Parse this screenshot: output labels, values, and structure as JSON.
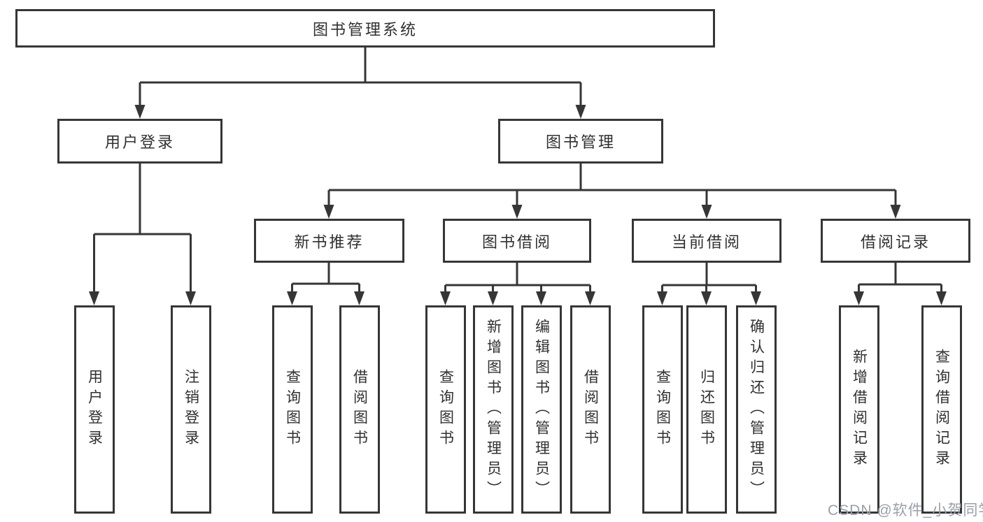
{
  "diagram": {
    "root": {
      "label": "图书管理系统"
    },
    "branches": [
      {
        "label": "用户登录",
        "children": [
          {
            "label": "用户登录"
          },
          {
            "label": "注销登录"
          }
        ]
      },
      {
        "label": "图书管理",
        "children": [
          {
            "label": "新书推荐",
            "children": [
              {
                "label": "查询图书"
              },
              {
                "label": "借阅图书"
              }
            ]
          },
          {
            "label": "图书借阅",
            "children": [
              {
                "label": "查询图书"
              },
              {
                "label": "新增图书（管理员）"
              },
              {
                "label": "编辑图书（管理员）"
              },
              {
                "label": "借阅图书"
              }
            ]
          },
          {
            "label": "当前借阅",
            "children": [
              {
                "label": "查询图书"
              },
              {
                "label": "归还图书"
              },
              {
                "label": "确认归还（管理员）"
              }
            ]
          },
          {
            "label": "借阅记录",
            "children": [
              {
                "label": "新增借阅记录"
              },
              {
                "label": "查询借阅记录"
              }
            ]
          }
        ]
      }
    ]
  },
  "watermark": {
    "text": "CSDN @软件_小贺同学",
    "color": "#9aa0a8"
  },
  "colors": {
    "line": "#363636",
    "text": "#303030",
    "background": "#ffffff"
  }
}
